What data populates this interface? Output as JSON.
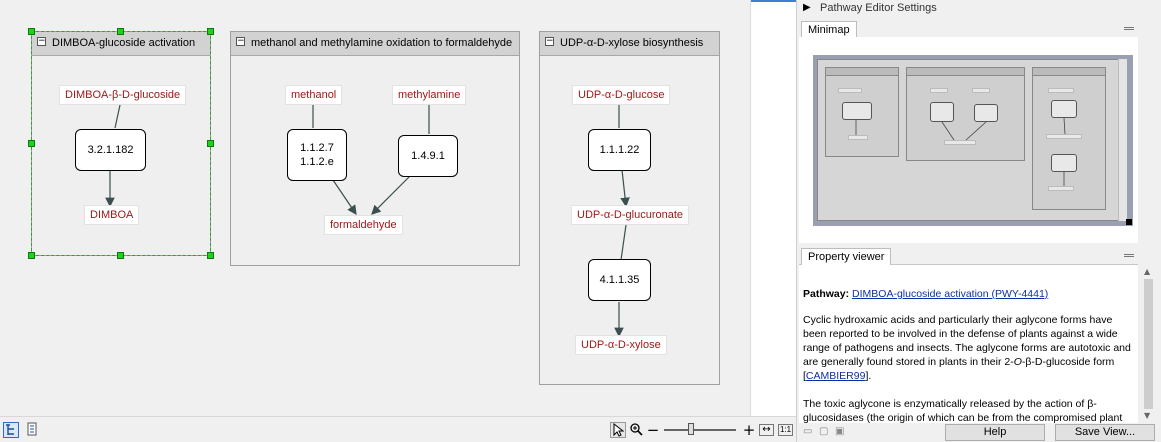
{
  "pathways": [
    {
      "title": "DIMBOA-glucoside activation",
      "metabolites": [
        "DIMBOA-β-D-glucoside",
        "DIMBOA"
      ],
      "enzymes": [
        "3.2.1.182"
      ]
    },
    {
      "title": "methanol and methylamine oxidation to formaldehyde",
      "metabolites": [
        "methanol",
        "methylamine",
        "formaldehyde"
      ],
      "enzymes": [
        [
          "1.1.2.7",
          "1.1.2.e"
        ],
        "1.4.9.1"
      ]
    },
    {
      "title": "UDP-α-D-xylose biosynthesis",
      "metabolites": [
        "UDP-α-D-glucose",
        "UDP-α-D-glucuronate",
        "UDP-α-D-xylose"
      ],
      "enzymes": [
        "1.1.1.22",
        "4.1.1.35"
      ]
    }
  ],
  "collapse_glyph": "−",
  "colors": {
    "metabolite_text": "#a01818",
    "selection_handle": "#20d020",
    "link": "#0d2fa5"
  },
  "toolbar": {
    "icons": [
      "tree-view-icon",
      "hierarchy-icon",
      "pointer-icon",
      "zoom-in-icon",
      "zoom-out-icon",
      "zoom-plus-icon",
      "fit-width-icon",
      "actual-size-icon"
    ],
    "zoom_out_glyph": "−",
    "zoom_in_glyph": "+",
    "fit_glyph": "↔",
    "actual_size_label": "1:1"
  },
  "right_panel": {
    "settings_title": "Pathway Editor Settings",
    "minimap_tab": "Minimap",
    "property_tab": "Property viewer",
    "property": {
      "pathway_label": "Pathway:",
      "pathway_link": "DIMBOA-glucoside activation (PWY-4441)",
      "para1_a": "Cyclic hydroxamic acids and particularly their aglycone forms have been reported to be involved in the defense of plants against a wide range of pathogens and insects. The aglycone forms are autotoxic and are generally found stored in plants in their 2-",
      "para1_italic": "O",
      "para1_b": "-β-D-glucoside form [",
      "para1_ref": "CAMBIER99",
      "para1_c": "].",
      "para2": "The toxic aglycone is enzymatically released by the action of β-glucosidases (the origin of which can be from the compromised plant"
    },
    "help_button": "Help",
    "save_view_button": "Save View..."
  }
}
